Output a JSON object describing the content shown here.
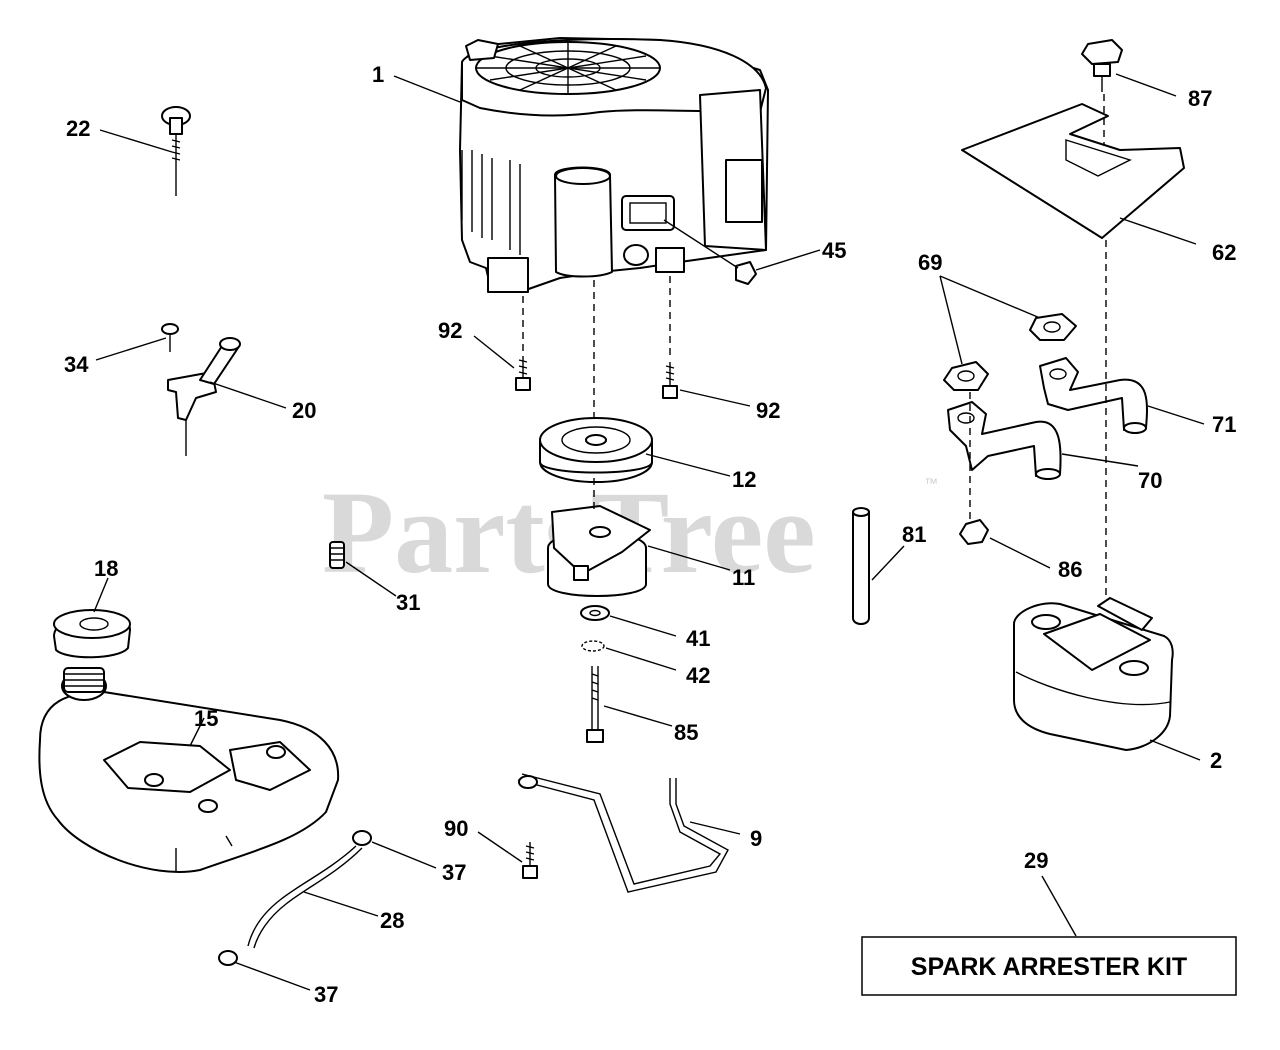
{
  "watermark": {
    "text": "PartsTree",
    "trademark": "™"
  },
  "kit_label": "SPARK ARRESTER KIT",
  "callouts": {
    "c1": "1",
    "c2": "2",
    "c9": "9",
    "c11": "11",
    "c12": "12",
    "c15": "15",
    "c18": "18",
    "c20": "20",
    "c22": "22",
    "c28": "28",
    "c29": "29",
    "c31": "31",
    "c34": "34",
    "c37a": "37",
    "c37b": "37",
    "c41": "41",
    "c42": "42",
    "c45": "45",
    "c62": "62",
    "c69": "69",
    "c70": "70",
    "c71": "71",
    "c81": "81",
    "c85": "85",
    "c86": "86",
    "c87": "87",
    "c90": "90",
    "c92a": "92",
    "c92b": "92"
  }
}
